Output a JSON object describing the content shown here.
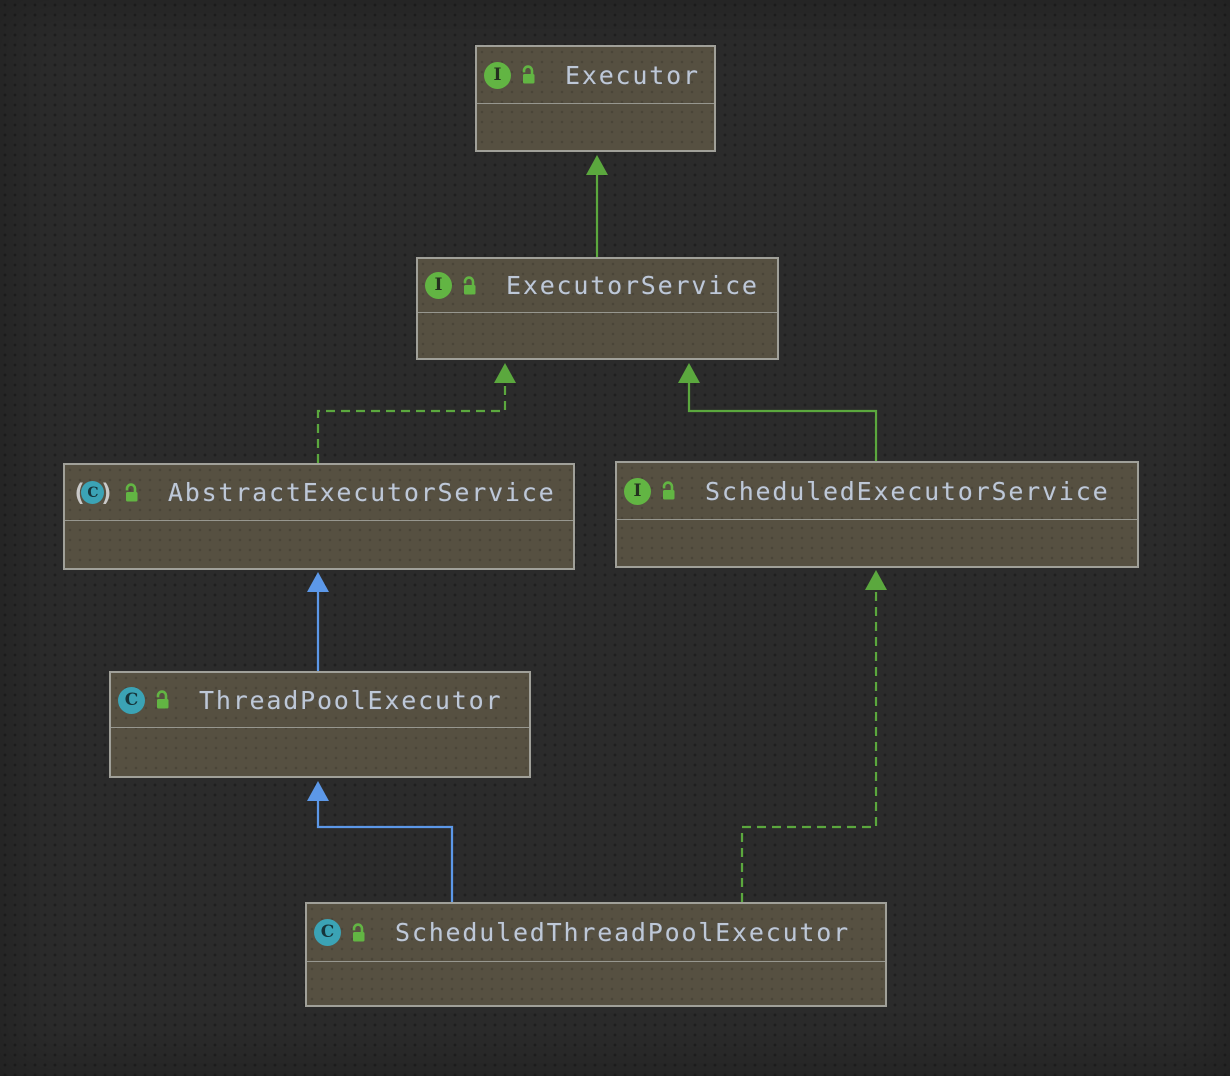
{
  "diagram": {
    "type": "uml-class-diagram",
    "nodes": [
      {
        "id": "executor",
        "label": "Executor",
        "kind": "interface",
        "visibility": "public"
      },
      {
        "id": "executor_service",
        "label": "ExecutorService",
        "kind": "interface",
        "visibility": "public"
      },
      {
        "id": "abstract_executor_service",
        "label": "AbstractExecutorService",
        "kind": "abstract_class",
        "visibility": "public"
      },
      {
        "id": "scheduled_executor_service",
        "label": "ScheduledExecutorService",
        "kind": "interface",
        "visibility": "public"
      },
      {
        "id": "thread_pool_executor",
        "label": "ThreadPoolExecutor",
        "kind": "class",
        "visibility": "public"
      },
      {
        "id": "scheduled_thread_pool_executor",
        "label": "ScheduledThreadPoolExecutor",
        "kind": "class",
        "visibility": "public"
      }
    ],
    "edges": [
      {
        "from": "executor_service",
        "to": "executor",
        "relation": "extends",
        "line": "solid",
        "color_key": "edge_green"
      },
      {
        "from": "abstract_executor_service",
        "to": "executor_service",
        "relation": "implements",
        "line": "dashed",
        "color_key": "edge_green"
      },
      {
        "from": "scheduled_executor_service",
        "to": "executor_service",
        "relation": "extends",
        "line": "solid",
        "color_key": "edge_green"
      },
      {
        "from": "thread_pool_executor",
        "to": "abstract_executor_service",
        "relation": "extends",
        "line": "solid",
        "color_key": "edge_blue"
      },
      {
        "from": "scheduled_thread_pool_executor",
        "to": "thread_pool_executor",
        "relation": "extends",
        "line": "solid",
        "color_key": "edge_blue"
      },
      {
        "from": "scheduled_thread_pool_executor",
        "to": "scheduled_executor_service",
        "relation": "implements",
        "line": "dashed",
        "color_key": "edge_green"
      }
    ],
    "icon_letters": {
      "interface": "I",
      "class": "C",
      "abstract_paren_open": "(",
      "abstract_paren_close": ")"
    },
    "colors": {
      "background": "#2B2B2B",
      "node_fill": "#565041",
      "node_border": "#A0A099",
      "node_divider": "#97978F",
      "label_text": "#BEC8D7",
      "interface_icon": "#62B543",
      "class_icon": "#3BA3B5",
      "lock_icon": "#62B543",
      "edge_green": "#5BA83E",
      "edge_blue": "#5C98E8"
    }
  }
}
